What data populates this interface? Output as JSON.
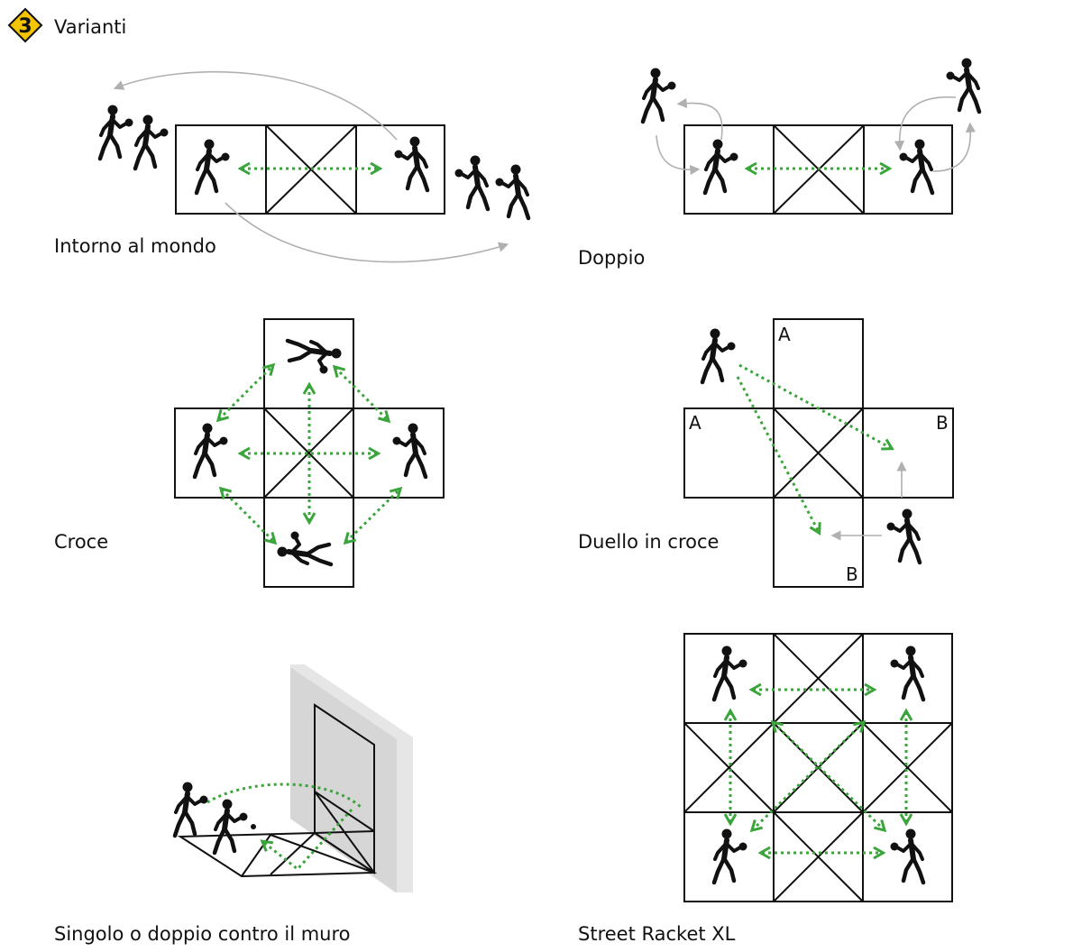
{
  "header": {
    "badge_number": "3",
    "title": "Varianti",
    "badge_color": "#f5c400"
  },
  "colors": {
    "green": "#3aa53a",
    "gray_arrow": "#b0b0b0",
    "wall_gray": "#d6d6d6",
    "ink": "#111111"
  },
  "variants": {
    "intorno": {
      "caption": "Intorno al mondo"
    },
    "doppio": {
      "caption": "Doppio"
    },
    "croce": {
      "caption": "Croce"
    },
    "duello": {
      "caption": "Duello in croce",
      "letter_a": "A",
      "letter_b": "B"
    },
    "muro": {
      "caption": "Singolo o doppio contro il muro"
    },
    "xl": {
      "caption": "Street Racket XL"
    }
  }
}
